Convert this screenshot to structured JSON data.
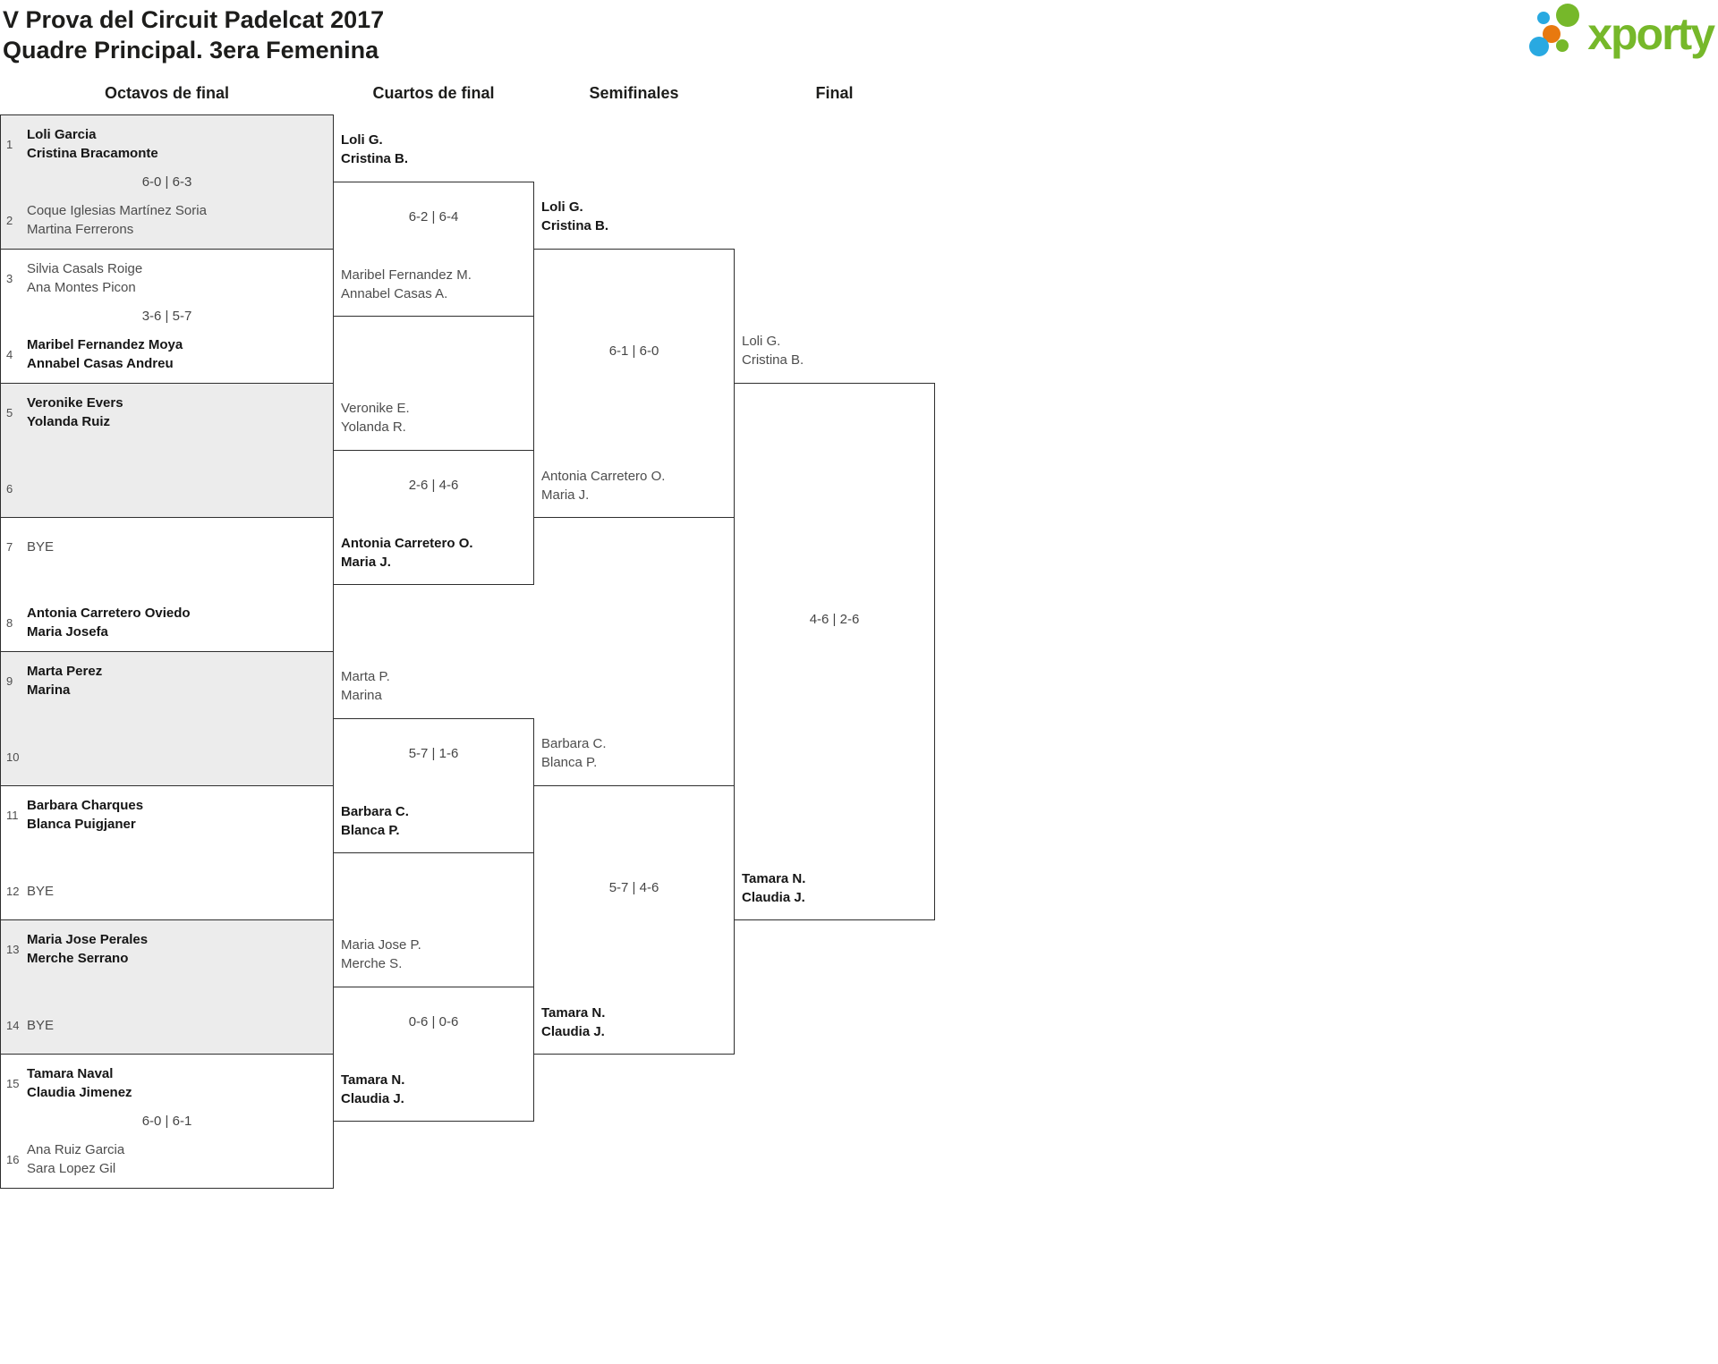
{
  "title": {
    "text": "V Prova del Circuit Padelcat 2017\nQuadre Principal. 3era Femenina"
  },
  "logo": {
    "brand": "xporty"
  },
  "colors": {
    "brand_green": "#76b82a",
    "dot_blue": "#29a9e1",
    "dot_orange": "#e8790f",
    "shaded_row": "#ececec",
    "line": "#2e2e2e",
    "text": "#4d4d4d",
    "text_winner": "#161616"
  },
  "rounds": [
    "Octavos de final",
    "Cuartos de final",
    "Semifinales",
    "Final"
  ],
  "r16": [
    {
      "score": "6-0 | 6-3",
      "top": {
        "seed": "1",
        "name": "Loli Garcia\nCristina Bracamonte",
        "winner": true
      },
      "bottom": {
        "seed": "2",
        "name": "Coque Iglesias Martínez Soria\nMartina Ferrerons",
        "winner": false
      }
    },
    {
      "score": "3-6 | 5-7",
      "top": {
        "seed": "3",
        "name": "Silvia Casals Roige\nAna Montes Picon",
        "winner": false
      },
      "bottom": {
        "seed": "4",
        "name": "Maribel Fernandez Moya\nAnnabel Casas Andreu",
        "winner": true
      }
    },
    {
      "score": "",
      "top": {
        "seed": "5",
        "name": "Veronike Evers\nYolanda Ruiz",
        "winner": true
      },
      "bottom": {
        "seed": "6",
        "name": "",
        "winner": false
      }
    },
    {
      "score": "",
      "top": {
        "seed": "7",
        "name": "BYE",
        "winner": false
      },
      "bottom": {
        "seed": "8",
        "name": "Antonia Carretero Oviedo\nMaria Josefa",
        "winner": true
      }
    },
    {
      "score": "",
      "top": {
        "seed": "9",
        "name": "Marta Perez\nMarina",
        "winner": true
      },
      "bottom": {
        "seed": "10",
        "name": "",
        "winner": false
      }
    },
    {
      "score": "",
      "top": {
        "seed": "11",
        "name": "Barbara Charques\nBlanca Puigjaner",
        "winner": true
      },
      "bottom": {
        "seed": "12",
        "name": "BYE",
        "winner": false
      }
    },
    {
      "score": "",
      "top": {
        "seed": "13",
        "name": "Maria Jose Perales\nMerche Serrano",
        "winner": true
      },
      "bottom": {
        "seed": "14",
        "name": "BYE",
        "winner": false
      }
    },
    {
      "score": "6-0 | 6-1",
      "top": {
        "seed": "15",
        "name": "Tamara Naval\nClaudia Jimenez",
        "winner": true
      },
      "bottom": {
        "seed": "16",
        "name": "Ana Ruiz Garcia\nSara Lopez Gil",
        "winner": false
      }
    }
  ],
  "qf": [
    {
      "score": "6-2 | 6-4",
      "top": {
        "name": "Loli G.\nCristina B.",
        "winner": true
      },
      "bottom": {
        "name": "Maribel Fernandez M.\nAnnabel Casas A.",
        "winner": false
      }
    },
    {
      "score": "2-6 | 4-6",
      "top": {
        "name": "Veronike E.\nYolanda R.",
        "winner": false
      },
      "bottom": {
        "name": "Antonia Carretero O.\nMaria J.",
        "winner": true
      }
    },
    {
      "score": "5-7 | 1-6",
      "top": {
        "name": "Marta P.\nMarina",
        "winner": false
      },
      "bottom": {
        "name": "Barbara C.\nBlanca P.",
        "winner": true
      }
    },
    {
      "score": "0-6 | 0-6",
      "top": {
        "name": "Maria Jose P.\nMerche S.",
        "winner": false
      },
      "bottom": {
        "name": "Tamara N.\nClaudia J.",
        "winner": true
      }
    }
  ],
  "sf": [
    {
      "score": "6-1 | 6-0",
      "top": {
        "name": "Loli G.\nCristina B.",
        "winner": true
      },
      "bottom": {
        "name": "Antonia Carretero O.\nMaria J.",
        "winner": false
      }
    },
    {
      "score": "5-7 | 4-6",
      "top": {
        "name": "Barbara C.\nBlanca P.",
        "winner": false
      },
      "bottom": {
        "name": "Tamara N.\nClaudia J.",
        "winner": true
      }
    }
  ],
  "final": {
    "score": "4-6 | 2-6",
    "top": {
      "name": "Loli G.\nCristina B.",
      "winner": false
    },
    "bottom": {
      "name": "Tamara N.\nClaudia J.",
      "winner": true
    }
  }
}
